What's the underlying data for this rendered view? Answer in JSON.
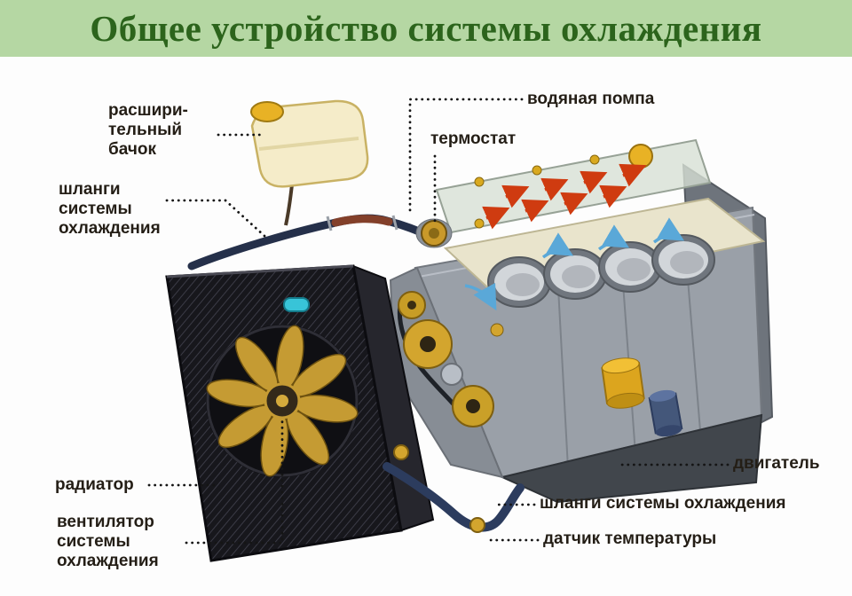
{
  "header": {
    "title": "Общее устройство системы охлаждения"
  },
  "colors": {
    "header_bg": "#b5d7a3",
    "header_text": "#2c641c",
    "label_color": "#241e16",
    "leader_line": "#151515",
    "hot_flow_arrow": "#cf3b10",
    "cool_flow_arrow": "#5aa8d8",
    "radiator_dark": "#17171c",
    "fan_gold": "#c59b33",
    "engine_gray": "#9aa0a8",
    "hose_blue": "#2c3c5e"
  },
  "labels": {
    "expansion_tank": "расшири-\nтельный\nбачок",
    "hoses_left": "шланги\nсистемы\nохлаждения",
    "water_pump": "водяная помпа",
    "thermostat": "термостат",
    "radiator": "радиатор",
    "fan": "вентилятор\nсистемы\nохлаждения",
    "engine": "двигатель",
    "hoses_bottom": "шланги системы охлаждения",
    "temp_sensor": "датчик температуры"
  }
}
